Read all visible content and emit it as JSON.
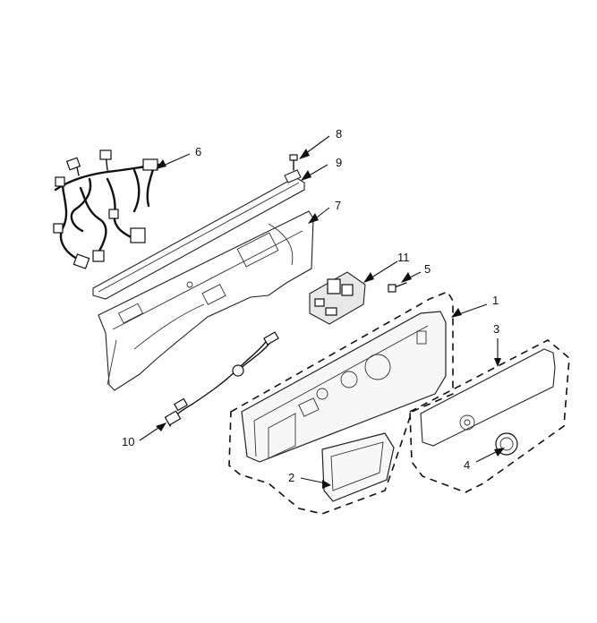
{
  "callouts": {
    "c1": "1",
    "c2": "2",
    "c3": "3",
    "c4": "4",
    "c5": "5",
    "c6": "6",
    "c7": "7",
    "c8": "8",
    "c9": "9",
    "c10": "10",
    "c11": "11"
  },
  "colors": {
    "line": "#111111",
    "fill": "#f7f7f7",
    "background": "#ffffff"
  }
}
